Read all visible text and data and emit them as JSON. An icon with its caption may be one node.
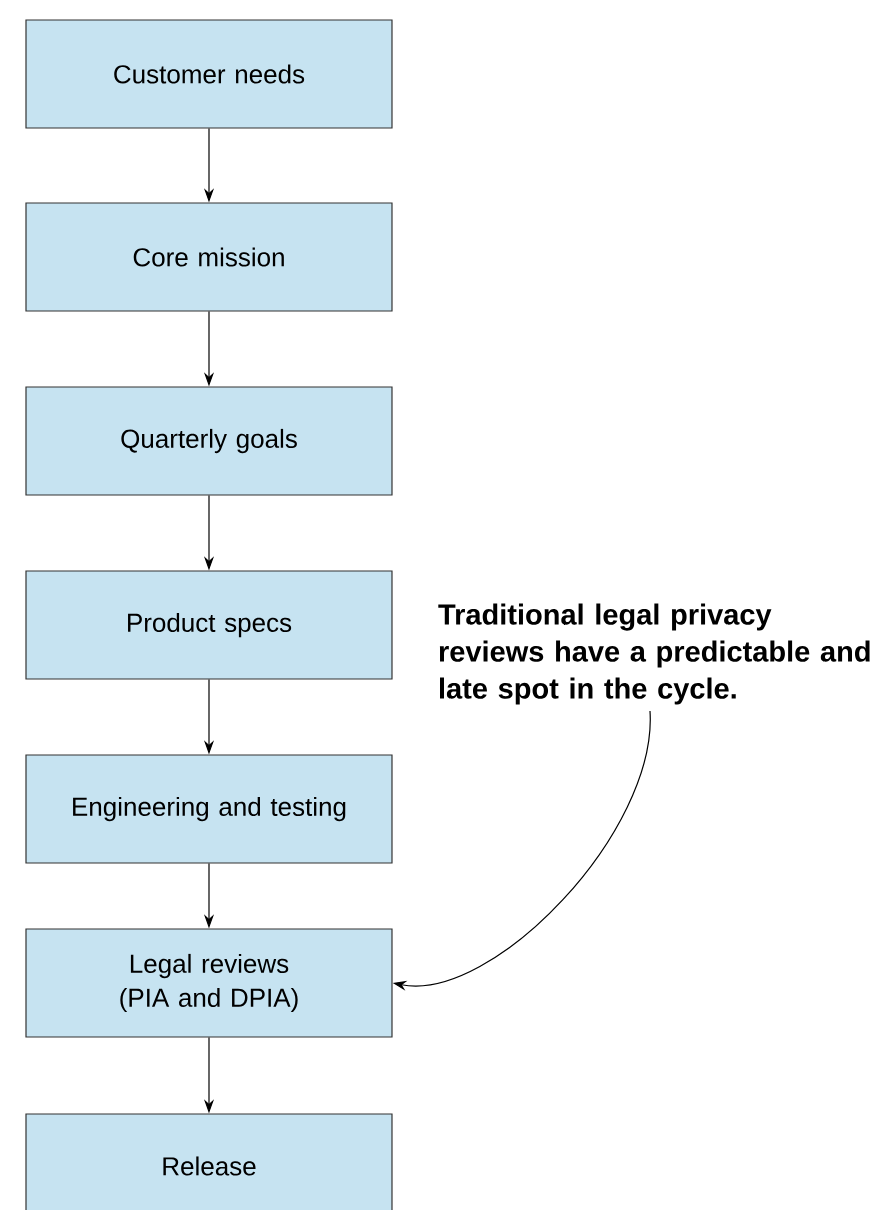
{
  "diagram": {
    "nodes": [
      {
        "text": [
          "Customer needs"
        ]
      },
      {
        "text": [
          "Core mission"
        ]
      },
      {
        "text": [
          "Quarterly goals"
        ]
      },
      {
        "text": [
          "Product specs"
        ]
      },
      {
        "text": [
          "Engineering and testing"
        ]
      },
      {
        "text": [
          "Legal reviews (PIA and DPIA)"
        ]
      },
      {
        "text": [
          "Release"
        ]
      },
      {
        "text": [
          "Traditional legal privacy reviews have a predictable and late spot in the cycle."
        ]
      }
    ],
    "edges": [
      {
        "from": 0,
        "to": 1,
        "arrow": "to"
      },
      {
        "from": 1,
        "to": 2,
        "arrow": "to"
      },
      {
        "from": 2,
        "to": 3,
        "arrow": "to"
      },
      {
        "from": 3,
        "to": 4,
        "arrow": "to"
      },
      {
        "from": 4,
        "to": 5,
        "arrow": "to"
      },
      {
        "from": 5,
        "to": 6,
        "arrow": "to"
      },
      {
        "from": 7,
        "to": 5,
        "arrow": "to"
      }
    ]
  }
}
